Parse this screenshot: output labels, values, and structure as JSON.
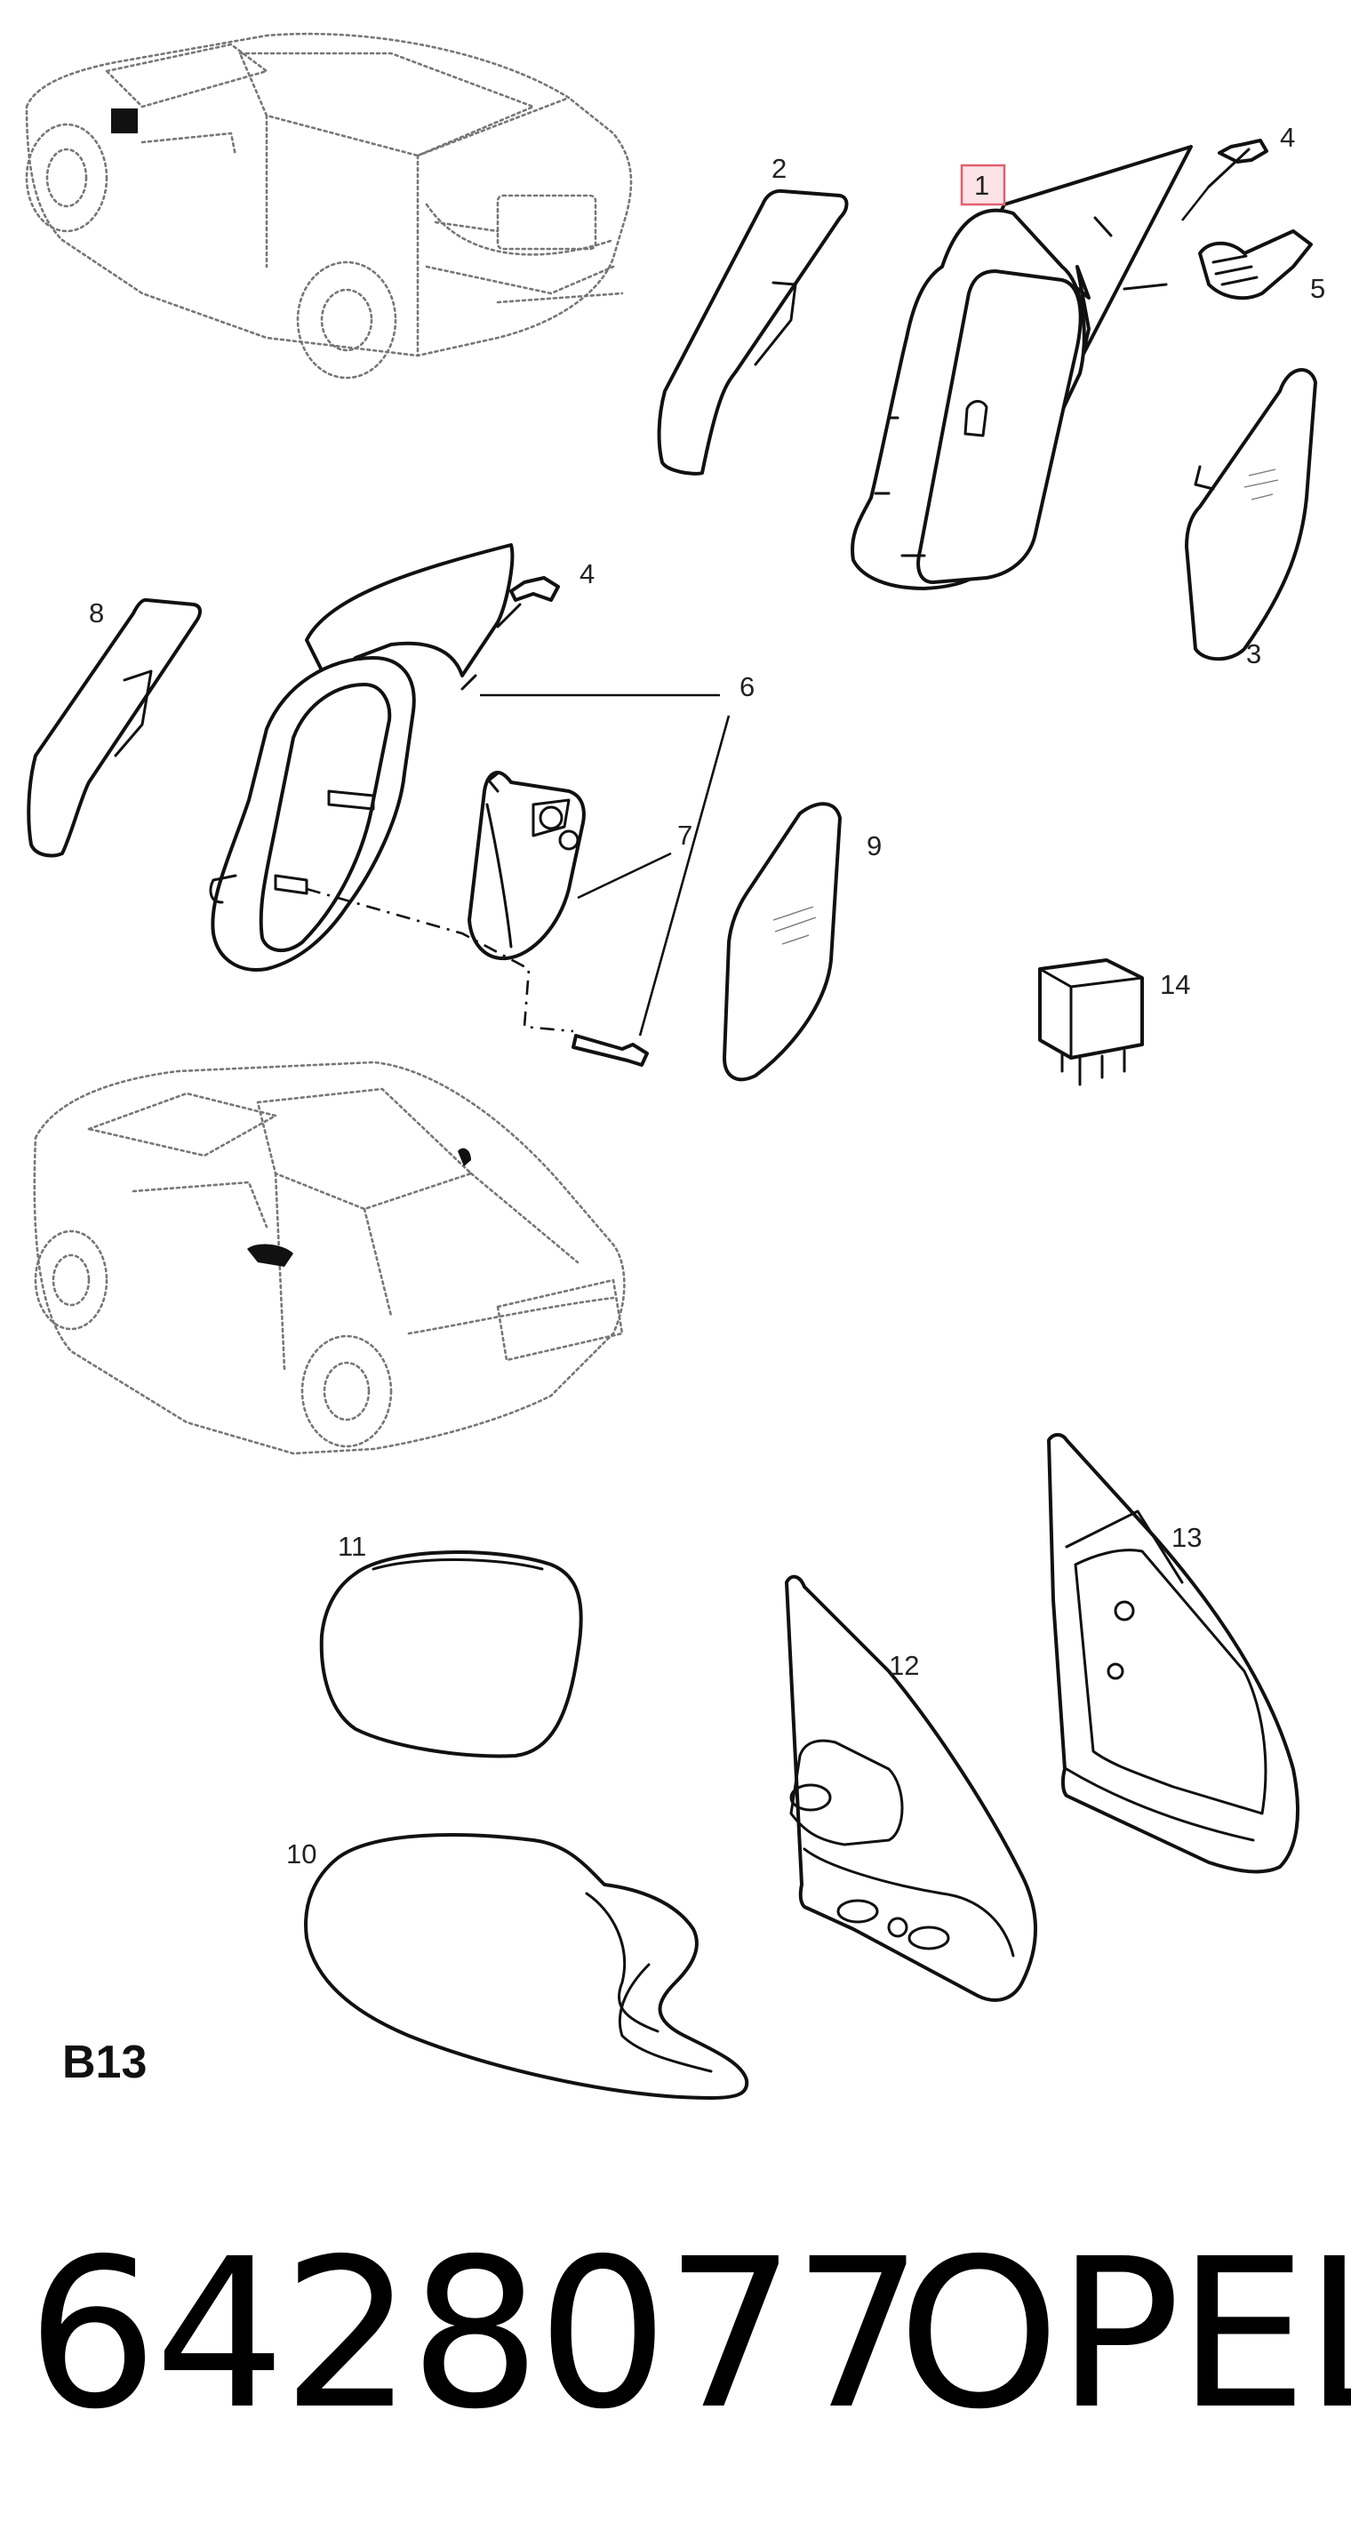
{
  "diagram": {
    "page_code": "B13",
    "highlighted_callout": "1",
    "highlight_color": "#e06070",
    "highlight_fill": "#fbe3e6",
    "callouts": {
      "c1": "1",
      "c2": "2",
      "c3": "3",
      "c4a": "4",
      "c4b": "4",
      "c5": "5",
      "c6": "6",
      "c7": "7",
      "c8": "8",
      "c9": "9",
      "c10": "10",
      "c11": "11",
      "c12": "12",
      "c13": "13",
      "c14": "14"
    }
  },
  "footer": {
    "part_number": "6428077",
    "brand": "OPEL"
  }
}
